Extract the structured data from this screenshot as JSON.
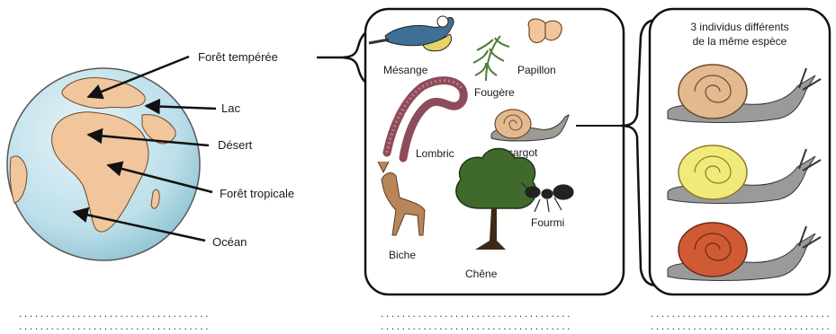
{
  "globe": {
    "labels": [
      "Forêt tempérée",
      "Lac",
      "Désert",
      "Forêt tropicale",
      "Océan"
    ]
  },
  "species_box": {
    "items": [
      "Mésange",
      "Fougère",
      "Papillon",
      "Lombric",
      "Escargot",
      "Biche",
      "Chêne",
      "Fourmi"
    ]
  },
  "individuals_box": {
    "title_line1": "3 individus différents",
    "title_line2": "de la même espèce",
    "snail_colors": [
      "#e3b98f",
      "#f0ea7a",
      "#cf5a34"
    ]
  },
  "answer_lines": [
    "........................................................................",
    "........................................................................",
    "........................................................................"
  ]
}
